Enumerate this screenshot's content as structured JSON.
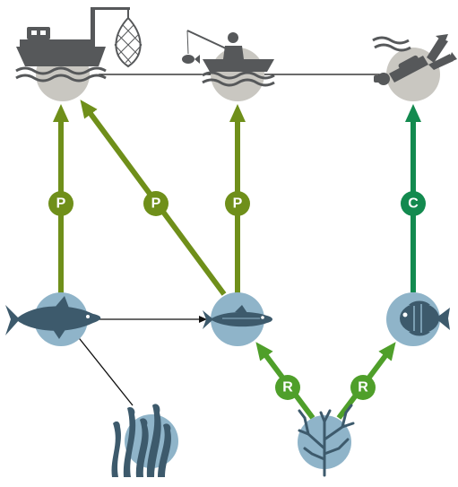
{
  "nodes": {
    "commercial_fishery": {
      "icon": "fishing-boat-net-icon",
      "bubble_color": "#c9c7c1"
    },
    "recreational_fishery": {
      "icon": "person-fishing-in-boat-icon",
      "bubble_color": "#c9c7c1"
    },
    "diving_tourism": {
      "icon": "scuba-diver-icon",
      "bubble_color": "#c9c7c1"
    },
    "large_fish": {
      "icon": "tuna-icon",
      "bubble_color": "#8fb4c9"
    },
    "small_fish": {
      "icon": "mackerel-icon",
      "bubble_color": "#8fb4c9"
    },
    "reef_fish": {
      "icon": "angelfish-icon",
      "bubble_color": "#8fb4c9"
    },
    "seagrass": {
      "icon": "kelp-icon",
      "bubble_color": "#8fb4c9"
    },
    "coral": {
      "icon": "coral-icon",
      "bubble_color": "#8fb4c9"
    }
  },
  "edges": [
    {
      "label": "P",
      "from": "large_fish",
      "to": "commercial_fishery",
      "color": "#6f8f1a"
    },
    {
      "label": "P",
      "from": "small_fish",
      "to": "commercial_fishery",
      "color": "#6f8f1a"
    },
    {
      "label": "P",
      "from": "small_fish",
      "to": "recreational_fishery",
      "color": "#6f8f1a"
    },
    {
      "label": "C",
      "from": "reef_fish",
      "to": "diving_tourism",
      "color": "#138a4f"
    },
    {
      "label": "R",
      "from": "coral",
      "to": "small_fish",
      "color": "#4f9f2a"
    },
    {
      "label": "R",
      "from": "coral",
      "to": "reef_fish",
      "color": "#4f9f2a"
    }
  ],
  "colors": {
    "icon": "#56585a",
    "marine_icon": "#3d5a6c",
    "connector": "#111111"
  }
}
